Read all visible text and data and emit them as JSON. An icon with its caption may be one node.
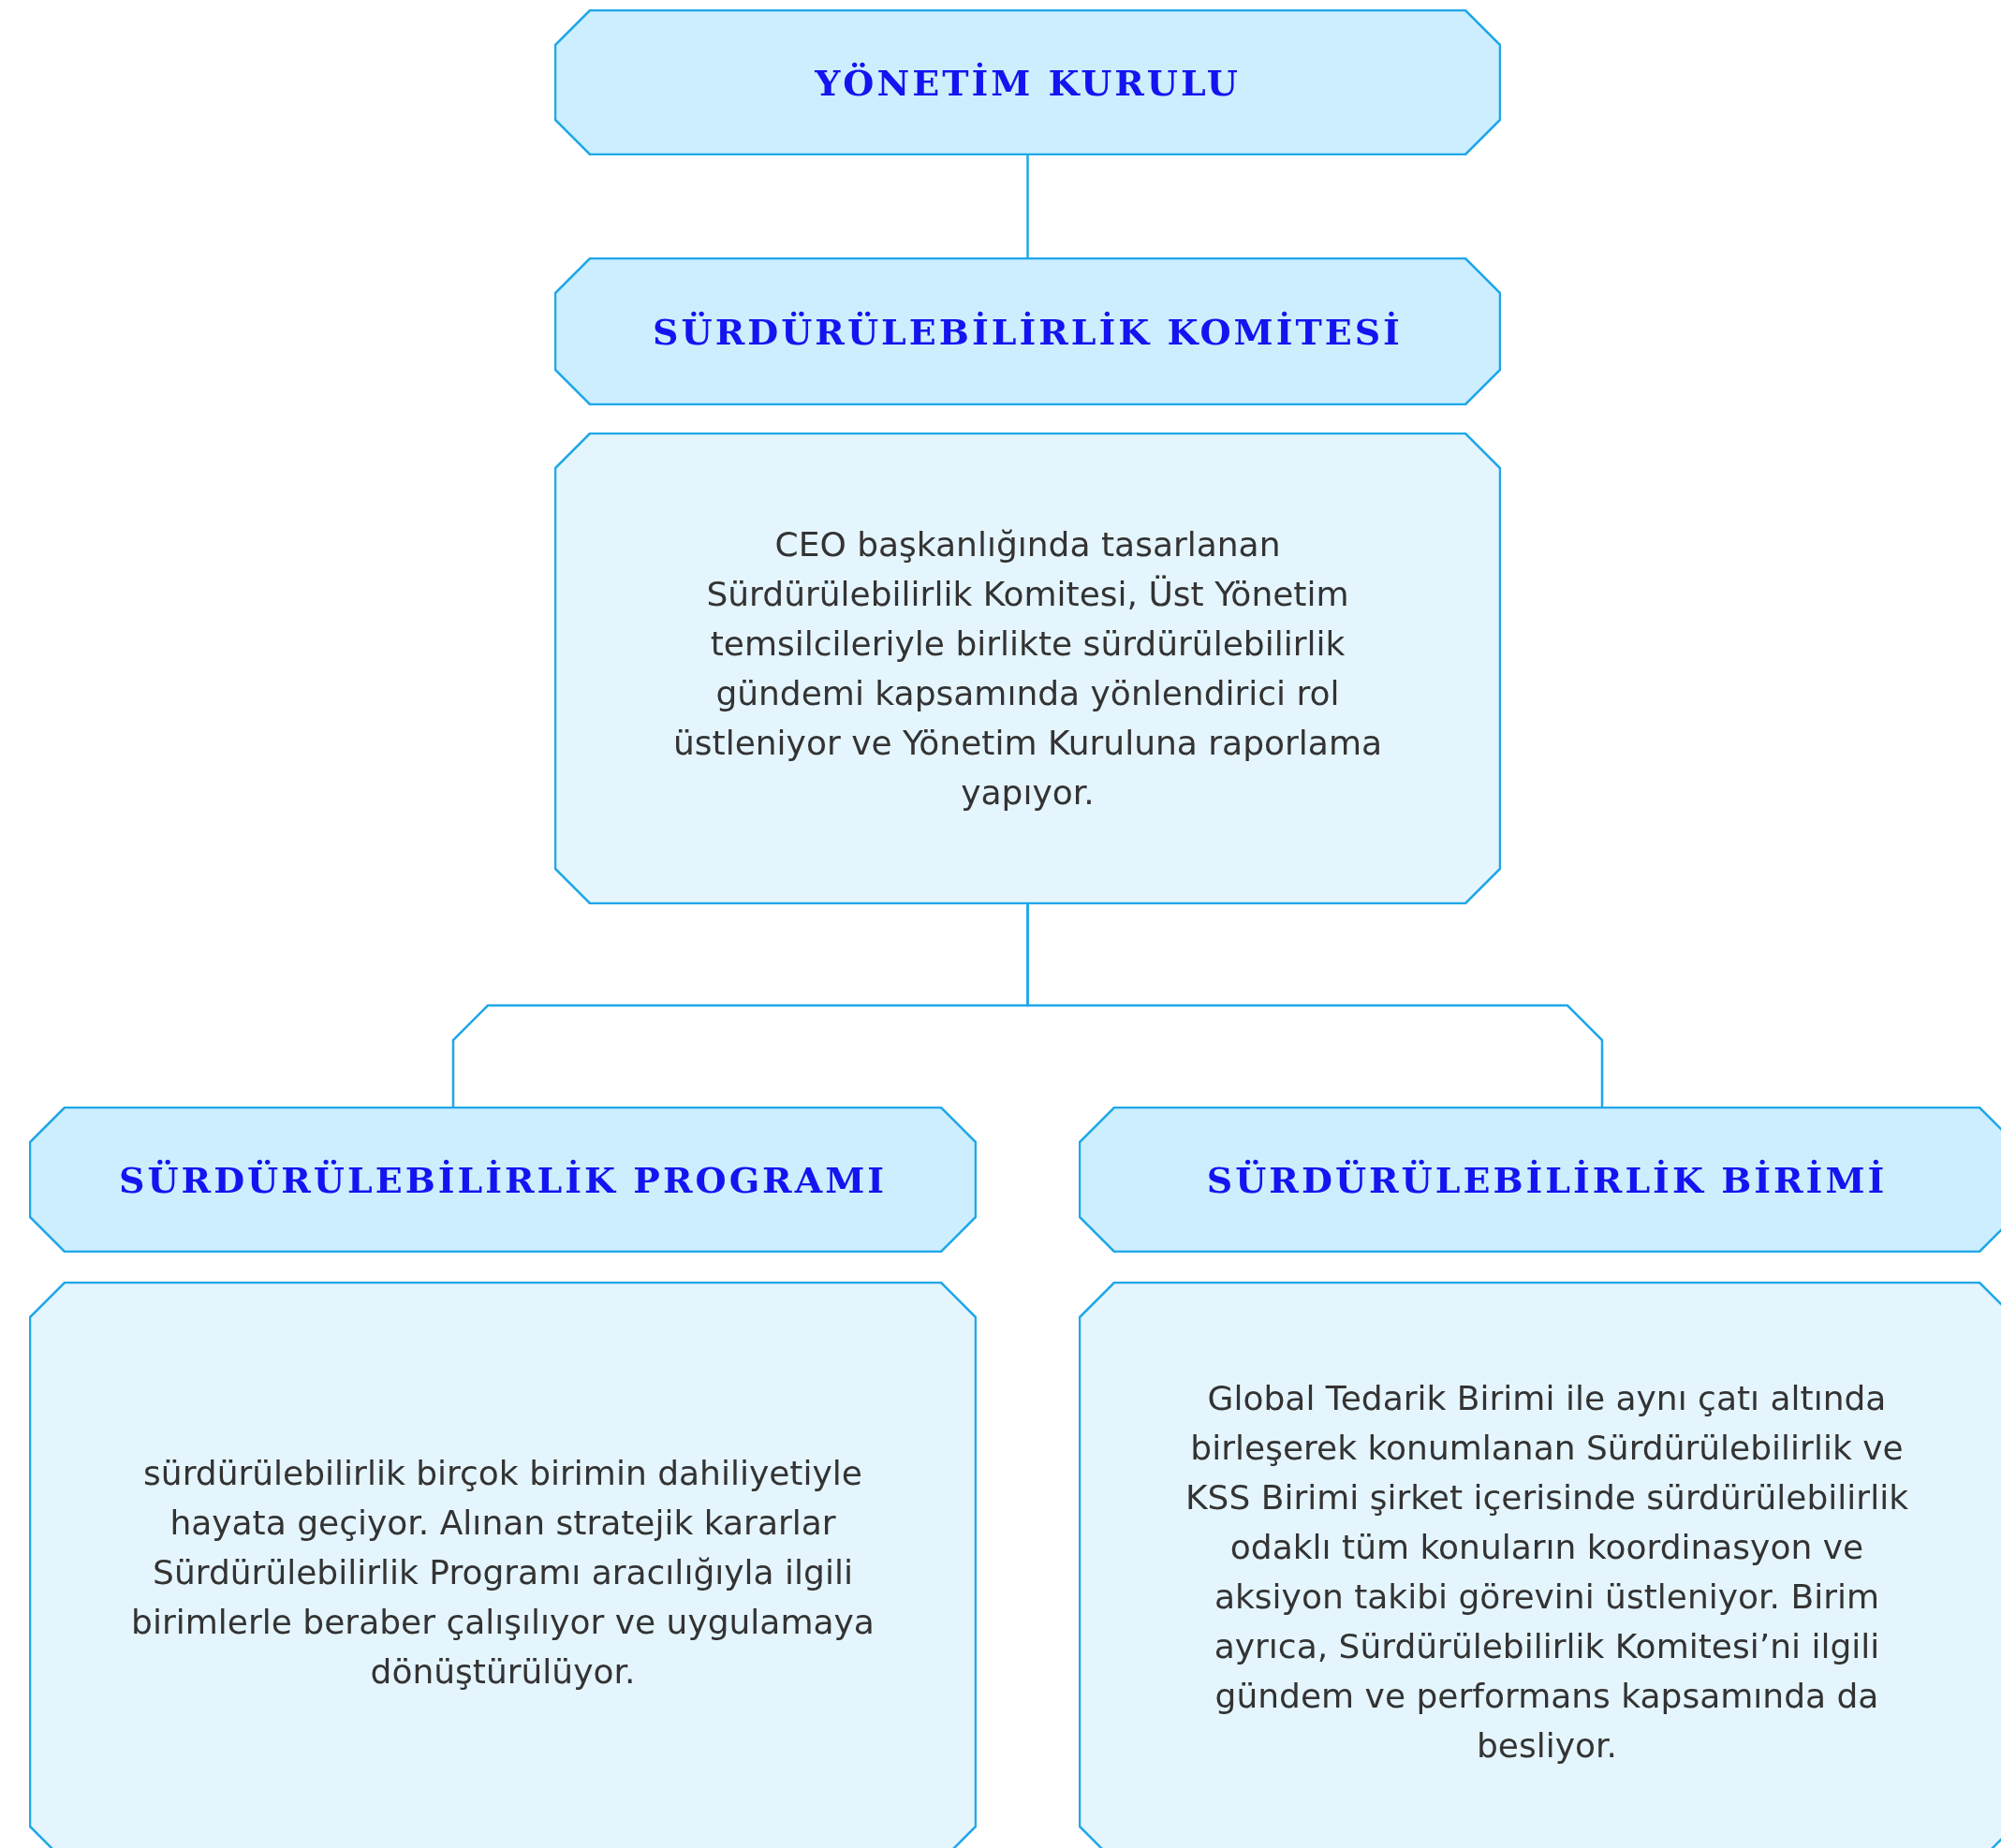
{
  "diagram": {
    "nodes": [
      {
        "text": [
          "YÖNETİM KURULU"
        ]
      },
      {
        "text": [
          "SÜRDÜRÜLEBİLİRLİK KOMİTESİ"
        ]
      },
      {
        "text": [
          "CEO başkanlığında tasarlanan Sürdürülebilirlik Komitesi, Üst Yönetim temsilcileriyle birlikte sürdürülebilirlik gündemi kapsamında yönlendirici rol üstleniyor ve Yönetim Kuruluna raporlama yapıyor."
        ]
      },
      {
        "text": [
          "SÜRDÜRÜLEBİLİRLİK PROGRAMI"
        ]
      },
      {
        "text": [
          "sürdürülebilirlik birçok birimin dahiliyetiyle hayata geçiyor. Alınan stratejik kararlar Sürdürülebilirlik Programı aracılığıyla ilgili birimlerle beraber çalışılıyor ve uygulamaya dönüştürülüyor."
        ]
      },
      {
        "text": [
          "SÜRDÜRÜLEBİLİRLİK BİRİMİ"
        ]
      },
      {
        "text": [
          "Global Tedarik Birimi ile aynı çatı altında birleşerek konumlanan Sürdürülebilirlik ve KSS Birimi şirket içerisinde sürdürülebilirlik odaklı tüm konuların koordinasyon ve aksiyon takibi görevini üstleniyor. Birim ayrıca, Sürdürülebilirlik Komitesi’ni ilgili gündem ve performans kapsamında da besliyor."
        ]
      }
    ],
    "edges": [
      {
        "from": 0,
        "to": 1,
        "arrow": "none"
      },
      {
        "from": 2,
        "to": 3,
        "arrow": "none"
      },
      {
        "from": 2,
        "to": 5,
        "arrow": "none"
      }
    ]
  }
}
